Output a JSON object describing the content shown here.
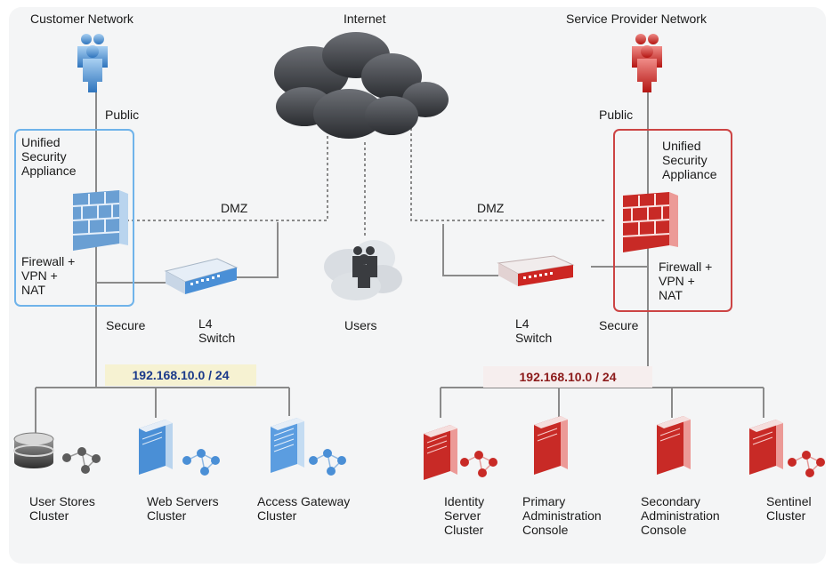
{
  "labels": {
    "customer_network": "Customer Network",
    "internet": "Internet",
    "service_provider_network": "Service Provider Network",
    "public_left": "Public",
    "public_right": "Public",
    "usa_left": "Unified\nSecurity\nAppliance",
    "usa_right": "Unified\nSecurity\nAppliance",
    "dmz_left": "DMZ",
    "dmz_right": "DMZ",
    "fw_left": "Firewall +\nVPN +\nNAT",
    "fw_right": "Firewall +\nVPN +\nNAT",
    "secure_left": "Secure",
    "secure_right": "Secure",
    "l4_left": "L4\nSwitch",
    "l4_right": "L4\nSwitch",
    "users": "Users",
    "ip_left": "192.168.10.0 / 24",
    "ip_right": "192.168.10.0 / 24"
  },
  "clusters": {
    "user_stores": "User Stores\nCluster",
    "web_servers": "Web Servers\nCluster",
    "access_gateway": "Access Gateway\nCluster",
    "identity_server": "Identity\nServer\nCluster",
    "primary_admin": "Primary\nAdministration\nConsole",
    "secondary_admin": "Secondary\nAdministration\nConsole",
    "sentinel": "Sentinel\nCluster"
  },
  "colors": {
    "customer": "#3a86d0",
    "provider": "#c8201c",
    "line": "#8a8a8a",
    "cloud": "#4a4d52"
  }
}
